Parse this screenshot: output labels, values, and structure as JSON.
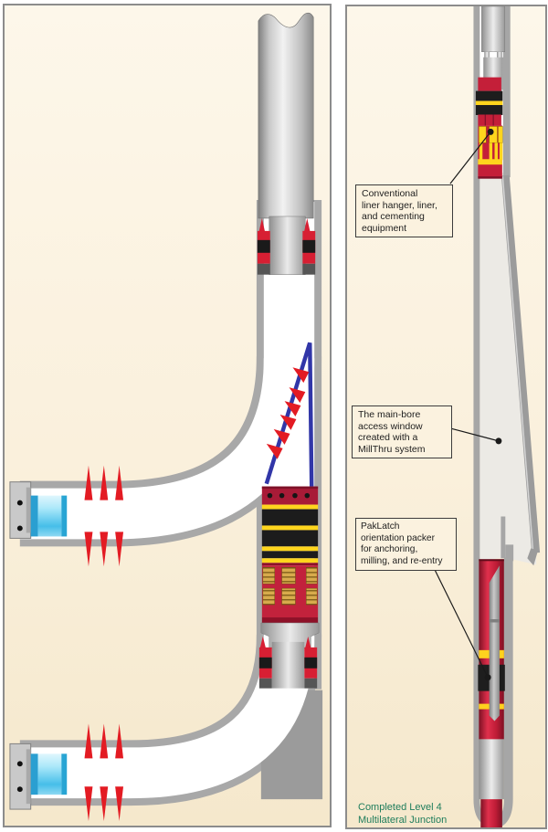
{
  "annotations": {
    "liner_hanger": {
      "lines": [
        "Conventional",
        "liner hanger, liner,",
        "and cementing",
        "equipment"
      ]
    },
    "access_window": {
      "lines": [
        "The main-bore",
        "access window",
        "created with a",
        "MillThru system"
      ]
    },
    "paklatch": {
      "lines": [
        "PakLatch",
        "orientation packer",
        "for anchoring,",
        "milling, and re-entry"
      ]
    }
  },
  "caption": {
    "lines": [
      "Completed Level 4",
      "Multilateral Junction"
    ]
  },
  "colors": {
    "page_background": "#FFFFFF",
    "panel_background_top": "#FDF7EA",
    "panel_background_bottom": "#F5E8CC",
    "panel_border": "#8C8C8C",
    "casing_grey": "#A8A8A8",
    "bore_white": "#FFFFFF",
    "equipment_red": "#C41F39",
    "seal_red": "#D71F33",
    "band_yellow": "#FFD51D",
    "band_black": "#1D1D1D",
    "whipstock_blue": "#3136A8",
    "flow_arrow_red": "#E31B23",
    "lateral_plug_blue": "#46BEE9",
    "gold_slotted_blocks": "#D8AB4C",
    "caption_green": "#1F7D5C",
    "leader_line_black": "#1A1A1A"
  }
}
